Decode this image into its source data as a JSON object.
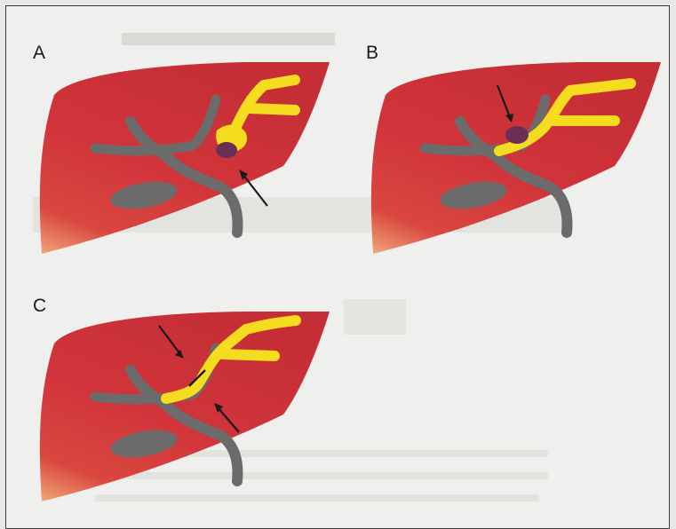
{
  "figure": {
    "panels": [
      {
        "label": "A"
      },
      {
        "label": "B"
      },
      {
        "label": "C"
      }
    ],
    "colors": {
      "liver": "#d1353b",
      "liver_dark": "#b72a31",
      "liver_tip": "#f0a878",
      "bile_duct": "#f6dc1f",
      "vessels": "#6b6b6b",
      "lesion": "#6a2f55",
      "arrow": "#1a1a1a"
    }
  }
}
